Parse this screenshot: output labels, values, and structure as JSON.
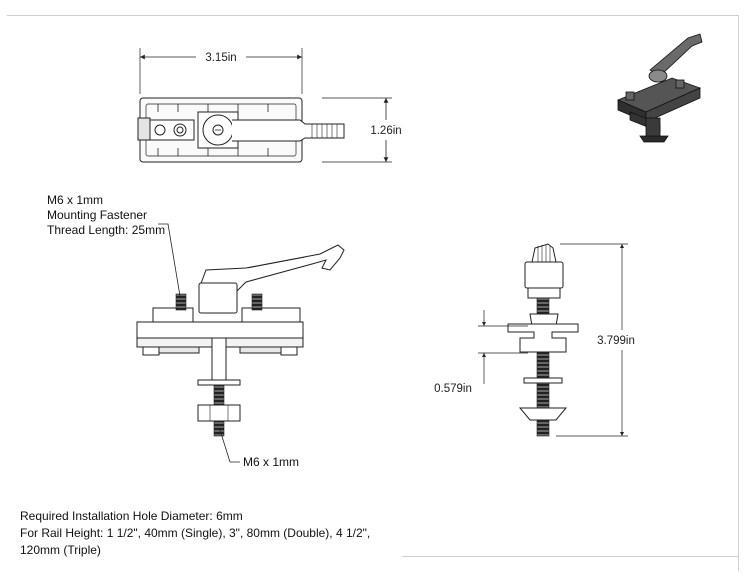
{
  "dimensions": {
    "width": "3.15in",
    "height_top_view": "1.26in",
    "total_height": "3.799in",
    "rail_gap": "0.579in"
  },
  "callouts": {
    "mounting_fastener": [
      "M6 x 1mm",
      "Mounting Fastener",
      "Thread Length: 25mm"
    ],
    "bottom_thread": "M6 x 1mm"
  },
  "notes": [
    "Required Installation Hole Diameter: 6mm",
    "For Rail Height: 1 1/2\", 40mm (Single), 3\", 80mm (Double), 4 1/2\",",
    "120mm (Triple)"
  ]
}
